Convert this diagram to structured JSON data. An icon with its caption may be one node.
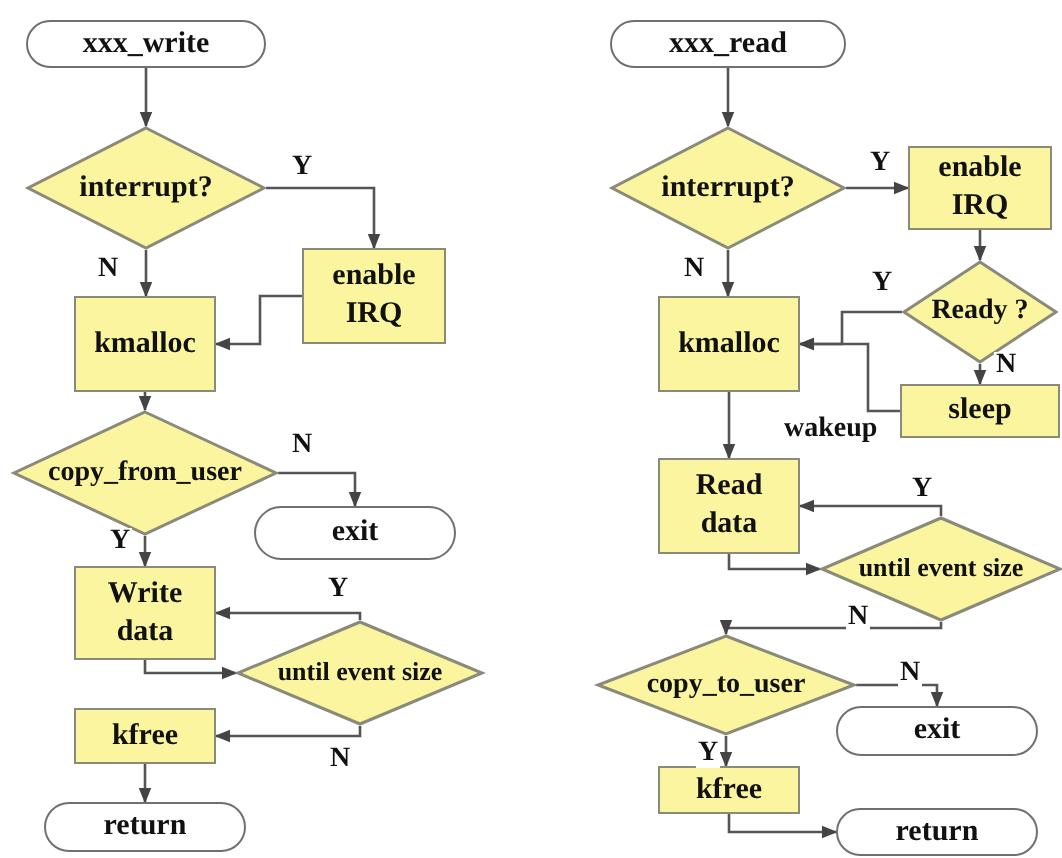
{
  "diagram": {
    "nodes": [
      {
        "text": [
          "xxx_write"
        ]
      },
      {
        "text": [
          "interrupt?"
        ]
      },
      {
        "text": [
          "enable IRQ"
        ]
      },
      {
        "text": [
          "kmalloc"
        ]
      },
      {
        "text": [
          "copy_from_user"
        ]
      },
      {
        "text": [
          "exit"
        ]
      },
      {
        "text": [
          "Write data"
        ]
      },
      {
        "text": [
          "until event size"
        ]
      },
      {
        "text": [
          "kfree"
        ]
      },
      {
        "text": [
          "return"
        ]
      },
      {
        "text": [
          "xxx_read"
        ]
      },
      {
        "text": [
          "interrupt?"
        ]
      },
      {
        "text": [
          "enable IRQ"
        ]
      },
      {
        "text": [
          "Ready ?"
        ]
      },
      {
        "text": [
          "kmalloc"
        ]
      },
      {
        "text": [
          "sleep"
        ]
      },
      {
        "text": [
          "Read data"
        ]
      },
      {
        "text": [
          "until event size"
        ]
      },
      {
        "text": [
          "copy_to_user"
        ]
      },
      {
        "text": [
          "exit"
        ]
      },
      {
        "text": [
          "kfree"
        ]
      },
      {
        "text": [
          "return"
        ]
      }
    ],
    "edges": [
      {
        "from": 0,
        "to": 1,
        "arrow": "to"
      },
      {
        "from": 1,
        "to": 2,
        "arrow": "to",
        "label": "Y"
      },
      {
        "from": 1,
        "to": 3,
        "arrow": "to",
        "label": "N"
      },
      {
        "from": 2,
        "to": 3,
        "arrow": "to"
      },
      {
        "from": 3,
        "to": 4,
        "arrow": "to"
      },
      {
        "from": 4,
        "to": 5,
        "arrow": "to",
        "label": "N"
      },
      {
        "from": 4,
        "to": 6,
        "arrow": "to",
        "label": "Y"
      },
      {
        "from": 6,
        "to": 7,
        "arrow": "to"
      },
      {
        "from": 7,
        "to": 6,
        "arrow": "to",
        "label": "Y"
      },
      {
        "from": 7,
        "to": 8,
        "arrow": "to",
        "label": "N"
      },
      {
        "from": 8,
        "to": 9,
        "arrow": "to"
      },
      {
        "from": 10,
        "to": 11,
        "arrow": "to"
      },
      {
        "from": 11,
        "to": 12,
        "arrow": "to",
        "label": "Y"
      },
      {
        "from": 11,
        "to": 14,
        "arrow": "to",
        "label": "N"
      },
      {
        "from": 12,
        "to": 13,
        "arrow": "to"
      },
      {
        "from": 13,
        "to": 14,
        "arrow": "to",
        "label": "Y"
      },
      {
        "from": 13,
        "to": 15,
        "arrow": "to",
        "label": "N"
      },
      {
        "from": 15,
        "to": 14,
        "arrow": "to",
        "label": "wakeup"
      },
      {
        "from": 14,
        "to": 16,
        "arrow": "to"
      },
      {
        "from": 16,
        "to": 17,
        "arrow": "to"
      },
      {
        "from": 17,
        "to": 16,
        "arrow": "to",
        "label": "Y"
      },
      {
        "from": 17,
        "to": 18,
        "arrow": "to",
        "label": "N"
      },
      {
        "from": 18,
        "to": 19,
        "arrow": "to",
        "label": "N"
      },
      {
        "from": 18,
        "to": 20,
        "arrow": "to",
        "label": "Y"
      },
      {
        "from": 20,
        "to": 21,
        "arrow": "to"
      }
    ]
  }
}
